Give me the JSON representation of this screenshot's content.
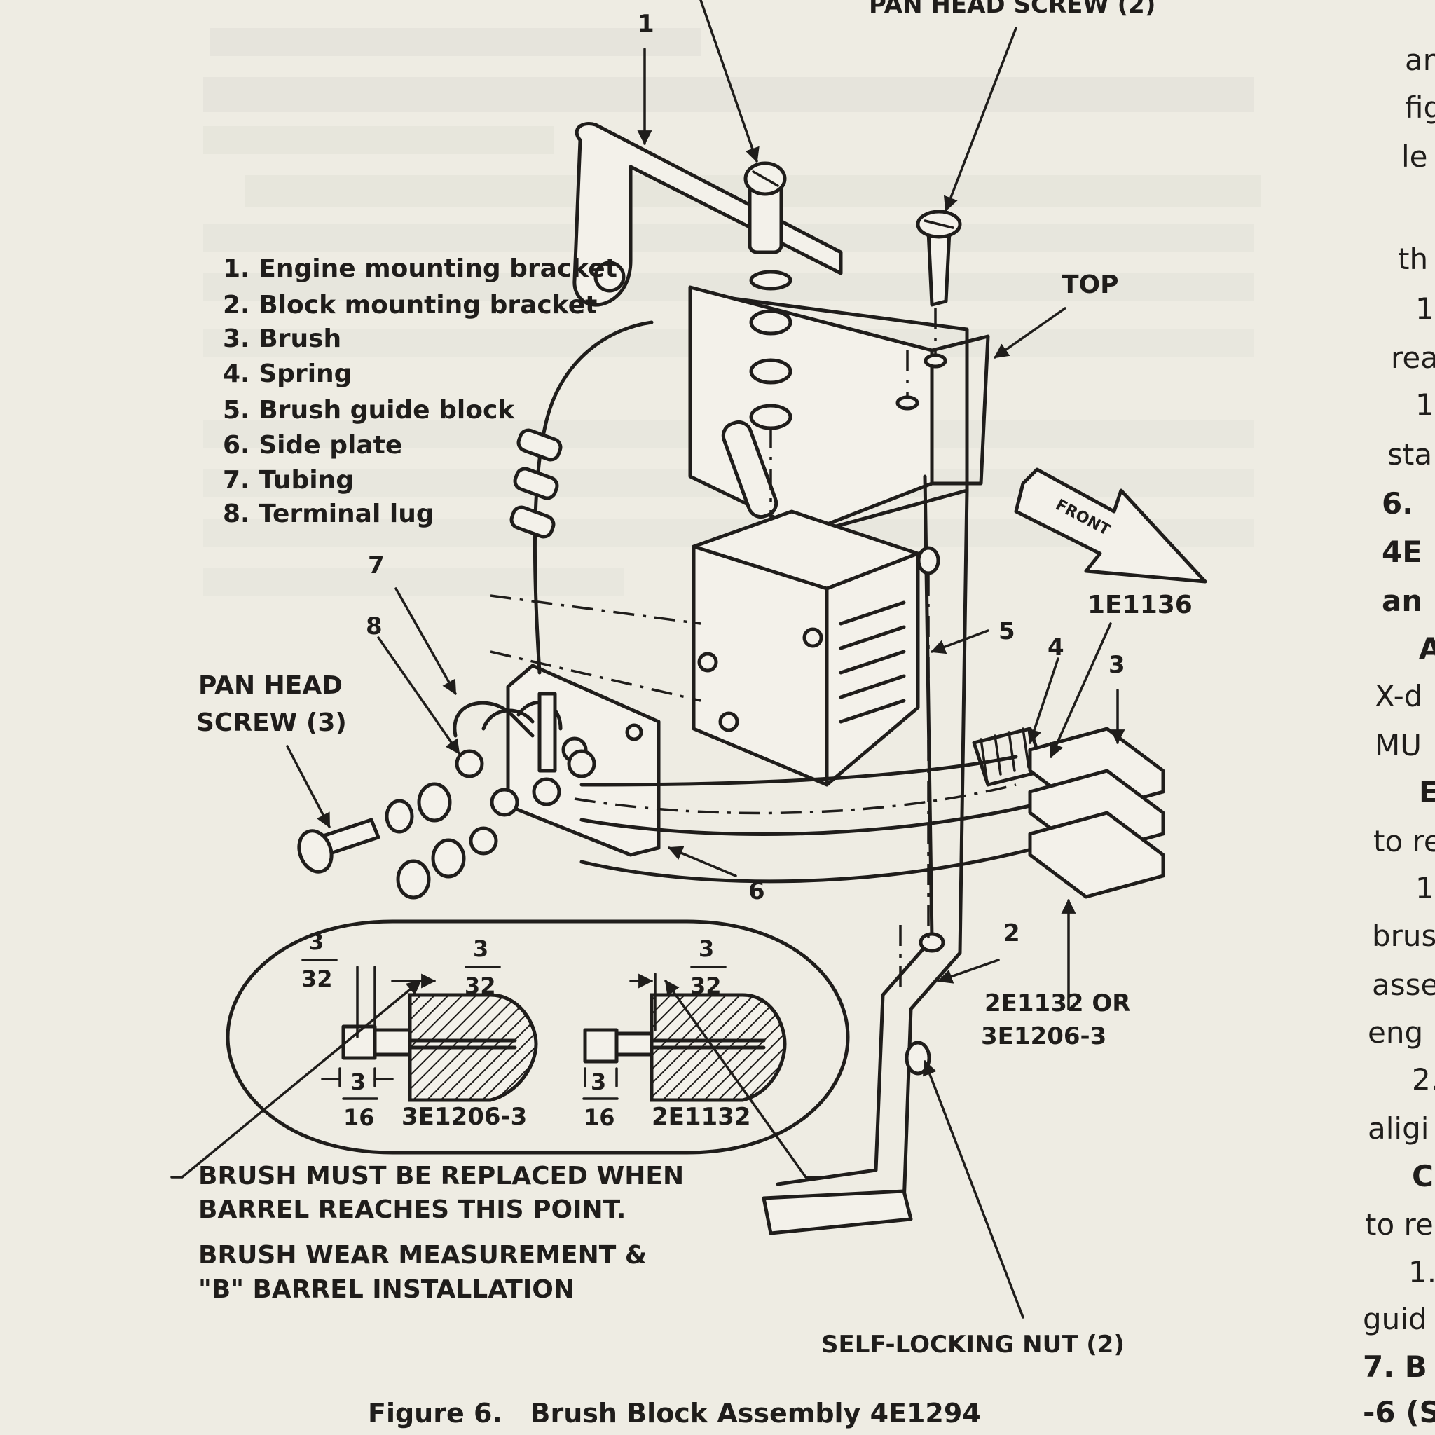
{
  "figure_caption": "Figure 6.   Brush Block Assembly 4E1294",
  "legend": [
    "1. Engine mounting bracket",
    "2. Block mounting bracket",
    "3. Brush",
    "4. Spring",
    "5. Brush guide block",
    "6. Side plate",
    "7. Tubing",
    "8. Terminal lug"
  ],
  "callouts": {
    "pan_head_screw_top": "PAN HEAD SCREW (2)",
    "top": "TOP",
    "front": "FRONT",
    "part_1e1136": "1E1136",
    "pan_head_screw_left_1": "PAN HEAD",
    "pan_head_screw_left_2": "SCREW (3)",
    "brush_options_1": "2E1132 OR",
    "brush_options_2": "3E1206-3",
    "self_locking_nut": "SELF-LOCKING NUT (2)",
    "num_1": "1",
    "num_2": "2",
    "num_3": "3",
    "num_4": "4",
    "num_5": "5",
    "num_6": "6",
    "num_7": "7",
    "num_8": "8"
  },
  "inset": {
    "frac_a_num": "3",
    "frac_a_den": "32",
    "frac_b_num": "3",
    "frac_b_den": "32",
    "frac_c_num": "3",
    "frac_c_den": "32",
    "frac_d_num": "3",
    "frac_d_den": "16",
    "frac_e_num": "3",
    "frac_e_den": "16",
    "part_left": "3E1206-3",
    "part_right": "2E1132"
  },
  "notes": {
    "replace_1": "BRUSH MUST BE REPLACED WHEN",
    "replace_2": "BARREL REACHES THIS POINT.",
    "wear_1": "BRUSH WEAR MEASUREMENT &",
    "wear_2": "\"B\" BARREL INSTALLATION"
  },
  "right_margin_fragments": [
    "ar",
    "fig",
    "le",
    "th",
    "1",
    "rea",
    "1",
    "sta",
    "6.",
    "4E",
    "an",
    "A",
    "X-d",
    "MU",
    "E",
    "to re",
    "1",
    "brus",
    "asse",
    "eng",
    "2.",
    "aligi",
    "C",
    "to re",
    "1.",
    "guid",
    "7. B",
    "-6 (S"
  ]
}
